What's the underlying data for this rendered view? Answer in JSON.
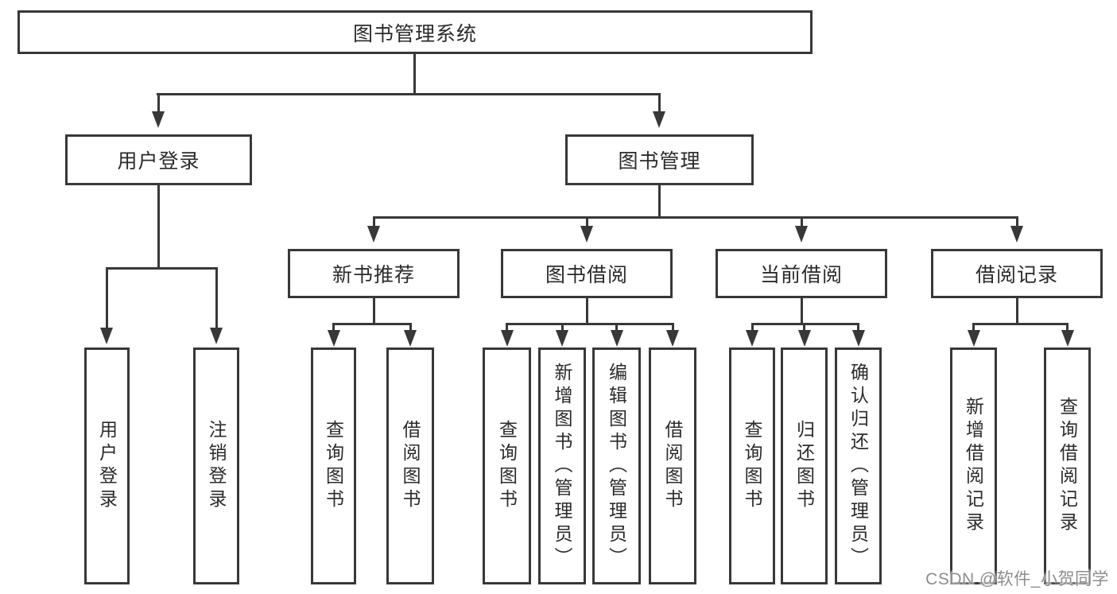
{
  "diagram_title": "图书管理系统",
  "colors": {
    "line": "#383838",
    "box_border": "#383838",
    "text": "#2b2b2b",
    "watermark": "#8d8d8d",
    "background": "#ffffff"
  },
  "nodes": {
    "root": "图书管理系统",
    "level1": [
      "用户登录",
      "图书管理"
    ],
    "level2": [
      "新书推荐",
      "图书借阅",
      "当前借阅",
      "借阅记录"
    ],
    "leaves": {
      "user_login": [
        "用户登录",
        "注销登录"
      ],
      "new_books": [
        "查询图书",
        "借阅图书"
      ],
      "book_borrow": [
        "查询图书",
        "新增图书（管理员）",
        "编辑图书（管理员）",
        "借阅图书"
      ],
      "current_borrow": [
        "查询图书",
        "归还图书",
        "确认归还（管理员）"
      ],
      "borrow_records": [
        "新增借阅记录",
        "查询借阅记录"
      ]
    }
  },
  "watermark": {
    "text": "CSDN @软件_小贺同学"
  }
}
